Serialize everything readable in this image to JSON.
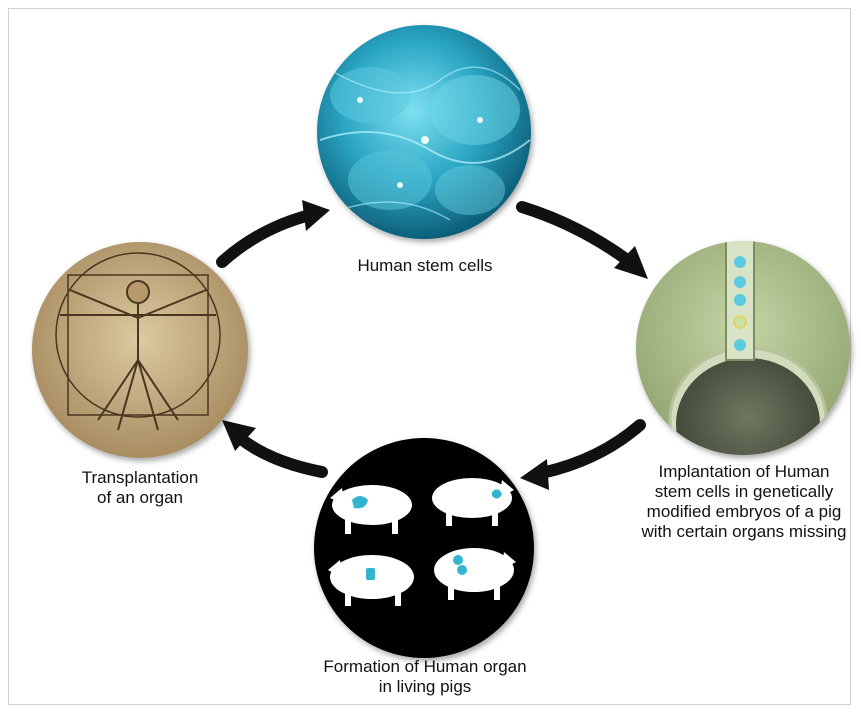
{
  "nodes": {
    "stem_cells": {
      "lines": [
        "Human stem cells"
      ]
    },
    "implantation": {
      "lines": [
        "Implantation of Human",
        "stem cells in genetically",
        "modified embryos of a pig",
        "with certain organs missing"
      ]
    },
    "formation": {
      "lines": [
        "Formation of Human organ",
        "in living pigs"
      ]
    },
    "transplantation": {
      "lines": [
        "Transplantation",
        "of an organ"
      ]
    }
  },
  "colors": {
    "stem_cell_blue": "#2aa6c4",
    "embryo_green": "#a8bb88",
    "parchment": "#c9b48a",
    "pig_panel": "#050505",
    "organ_blue": "#33b4d0",
    "arrow": "#111111"
  }
}
